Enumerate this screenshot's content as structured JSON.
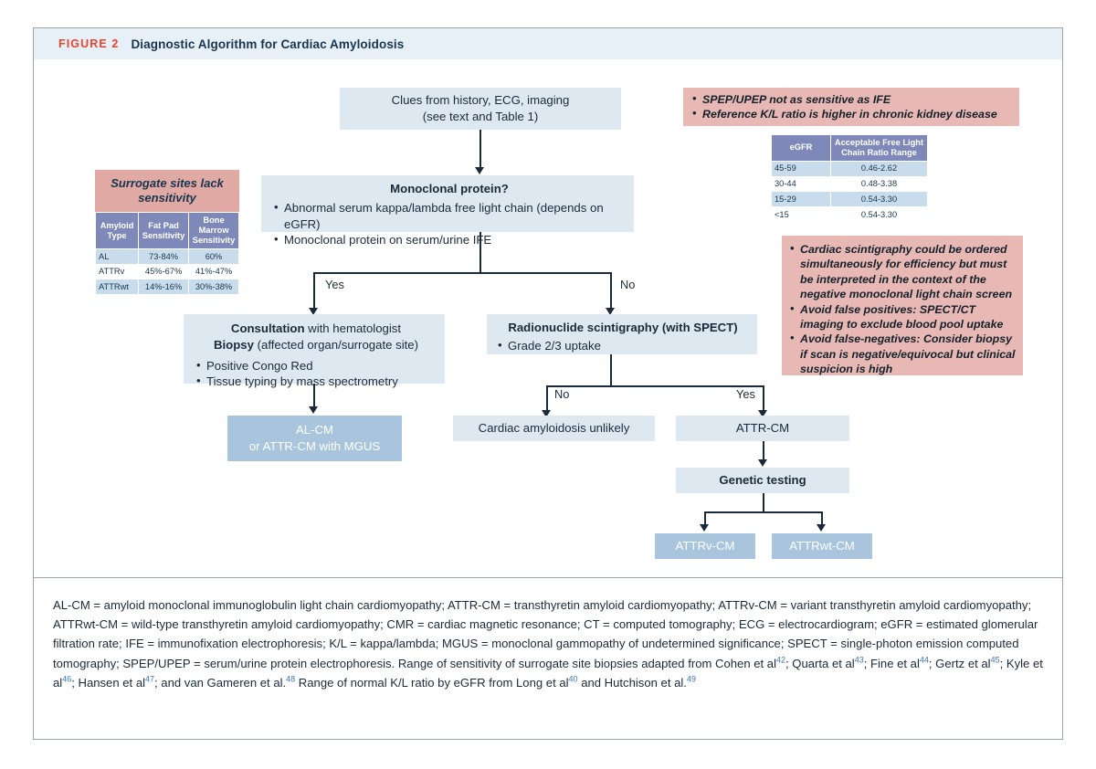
{
  "figure": {
    "label": "FIGURE 2",
    "title": "Diagnostic Algorithm for Cardiac Amyloidosis",
    "accent_color": "#e8442c",
    "header_bg": "#e8f0f7",
    "box_blue": "#dee8f1",
    "box_solid_blue": "#a9c5dd",
    "box_pink": "#e8b9b4",
    "table_header": "#7e89ba",
    "table_row_alt": "#c9dcec"
  },
  "flow": {
    "clues": {
      "line1": "Clues from history, ECG, imaging",
      "line2": "(see text and Table 1)"
    },
    "monoclonal": {
      "title": "Monoclonal protein?",
      "bullets": [
        "Abnormal serum kappa/lambda free light chain (depends on eGFR)",
        "Monoclonal protein on serum/urine IFE"
      ]
    },
    "branch1": {
      "yes": "Yes",
      "no": "No"
    },
    "consultation": {
      "line1_bold": "Consultation",
      "line1_rest": " with hematologist",
      "line2_bold": "Biopsy",
      "line2_rest": " (affected organ/surrogate site)",
      "bullets": [
        "Positive Congo Red",
        "Tissue typing by mass spectrometry"
      ]
    },
    "radionuclide": {
      "title": "Radionuclide scintigraphy (with SPECT)",
      "bullets": [
        "Grade 2/3 uptake"
      ]
    },
    "branch2": {
      "no": "No",
      "yes": "Yes"
    },
    "al_cm": {
      "line1": "AL-CM",
      "line2": "or ATTR-CM with MGUS"
    },
    "unlikely": "Cardiac amyloidosis unlikely",
    "attr_cm": "ATTR-CM",
    "genetic_testing": "Genetic testing",
    "attrv_cm": "ATTRv-CM",
    "attrwt_cm": "ATTRwt-CM"
  },
  "notes": {
    "spep": {
      "bullets": [
        "SPEP/UPEP not as sensitive as IFE",
        "Reference K/L ratio is higher in chronic kidney disease"
      ]
    },
    "scintigraphy": {
      "bullets": [
        "Cardiac scintigraphy could be ordered simultaneously for efficiency but must be interpreted in the context of the negative monoclonal light chain screen",
        "Avoid false positives: SPECT/CT imaging to exclude blood pool uptake",
        "Avoid false-negatives: Consider biopsy if scan is negative/equivocal but clinical suspicion is high"
      ]
    }
  },
  "tables": {
    "egfr": {
      "headers": [
        "eGFR",
        "Acceptable Free Light Chain Ratio Range"
      ],
      "header_line1": "eGFR",
      "header2_line1": "Acceptable Free Light",
      "header2_line2": "Chain Ratio Range",
      "rows": [
        [
          "45-59",
          "0.46-2.62"
        ],
        [
          "30-44",
          "0.48-3.38"
        ],
        [
          "15-29",
          "0.54-3.30"
        ],
        [
          "<15",
          "0.54-3.30"
        ]
      ]
    },
    "surrogate": {
      "title_line1": "Surrogate sites lack",
      "title_line2": "sensitivity",
      "headers": [
        {
          "l1": "Amyloid",
          "l2": "Type"
        },
        {
          "l1": "Fat Pad",
          "l2": "Sensitivity"
        },
        {
          "l1": "Bone Marrow",
          "l2": "Sensitivity"
        }
      ],
      "rows": [
        [
          "AL",
          "73-84%",
          "60%"
        ],
        [
          "ATTRv",
          "45%-67%",
          "41%-47%"
        ],
        [
          "ATTRwt",
          "14%-16%",
          "30%-38%"
        ]
      ]
    }
  },
  "footnote": {
    "segments": [
      {
        "t": "AL-CM = amyloid monoclonal immunoglobulin light chain cardiomyopathy; ATTR-CM = transthyretin amyloid cardiomyopathy; ATTRv-CM = variant transthyretin amyloid cardiomyopathy; ATTRwt-CM = wild-type transthyretin amyloid cardiomyopathy; CMR = cardiac magnetic resonance; CT = computed tomography; ECG = electrocardiogram; eGFR = estimated glomerular filtration rate; IFE = immunofixation electrophoresis; K/L = kappa/lambda; MGUS = monoclonal gammopathy of undetermined significance; SPECT = single-photon emission computed tomography; SPEP/UPEP = serum/urine protein electrophoresis. Range of sensitivity of surrogate site biopsies adapted from Cohen et al"
      },
      {
        "sup": "42"
      },
      {
        "t": "; Quarta et al"
      },
      {
        "sup": "43"
      },
      {
        "t": "; Fine et al"
      },
      {
        "sup": "44"
      },
      {
        "t": "; Gertz et al"
      },
      {
        "sup": "45"
      },
      {
        "t": "; Kyle et al"
      },
      {
        "sup": "46"
      },
      {
        "t": "; Hansen et al"
      },
      {
        "sup": "47"
      },
      {
        "t": "; and van Gameren et al."
      },
      {
        "sup": "48"
      },
      {
        "t": " Range of normal K/L ratio by eGFR from Long et al"
      },
      {
        "sup": "40"
      },
      {
        "t": " and Hutchison et al."
      },
      {
        "sup": "49"
      }
    ]
  }
}
